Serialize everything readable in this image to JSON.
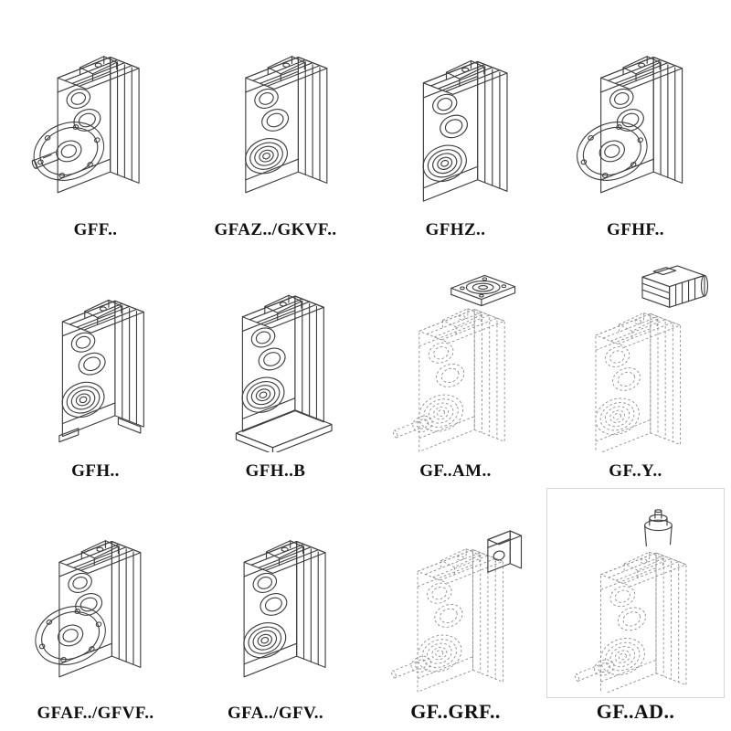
{
  "page": {
    "background": "#ffffff",
    "ink_color": "#3f3f3f",
    "ghost_color": "#8f8f8f",
    "label_color": "#101010"
  },
  "grid": {
    "rows": 3,
    "cols": 4
  },
  "items": [
    {
      "label": "GFF..",
      "drawing": "parallel-shaft-gear-unit, output flange with solid shaft",
      "line_style": "solid"
    },
    {
      "label": "GFAZ../GKVF..",
      "drawing": "parallel-shaft-gear-unit, hollow shaft bearing face",
      "line_style": "solid"
    },
    {
      "label": "GFHZ..",
      "drawing": "parallel-shaft-gear-unit, hollow shaft bearing face",
      "line_style": "solid"
    },
    {
      "label": "GFHF..",
      "drawing": "parallel-shaft-gear-unit, bolted output flange, hollow",
      "line_style": "solid"
    },
    {
      "label": "GFH..",
      "drawing": "foot-mounted gear unit, hollow shaft",
      "line_style": "solid"
    },
    {
      "label": "GFH..B",
      "drawing": "foot-mounted gear unit on base plate, hollow shaft",
      "line_style": "solid"
    },
    {
      "label": "GF..AM..",
      "drawing": "gear unit (phantom lines) with top motor-adapter flange",
      "line_style": "dashed"
    },
    {
      "label": "GF..Y..",
      "drawing": "gear unit (phantom lines) with mounted motor on top",
      "line_style": "dashed"
    },
    {
      "label": "GFAF../GFVF..",
      "drawing": "gear unit, bolted output flange, hollow shaft",
      "line_style": "solid"
    },
    {
      "label": "GFA../GFV..",
      "drawing": "gear unit, hollow shaft bearing face",
      "line_style": "solid"
    },
    {
      "label": "GF..GRF..",
      "drawing": "gear unit (phantom lines) with top-mounted box, shaft",
      "line_style": "dashed"
    },
    {
      "label": "GF..AD..",
      "drawing": "gear unit (phantom lines) with input adapter on top",
      "line_style": "dashed"
    }
  ]
}
